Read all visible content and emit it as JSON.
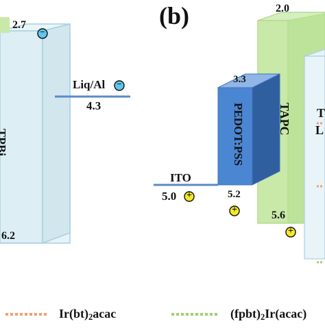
{
  "panel_label": "(b)",
  "levels": {
    "tpbi_lumo": "2.7",
    "tpbi_homo": "6.2",
    "cathode_work": "4.3",
    "pedot_lumo": "3.3",
    "pedot_homo": "5.2",
    "tapc_lumo": "2.0",
    "tapc_homo": "5.6",
    "ito_work": "5.0"
  },
  "layers": {
    "tpbi": "TPBi",
    "cathode": "Liq/Al",
    "ito": "ITO",
    "pedot": "PEDOT:PSS",
    "tapc": "TAPC",
    "emitter_partial_1": "T",
    "emitter_partial_2": "L"
  },
  "carriers": {
    "electron": "−",
    "hole": "+"
  },
  "legend": {
    "item1": {
      "main": "Ir(bt)",
      "sub": "2",
      "rest": "acac"
    },
    "item2": {
      "main": "(fpbt)",
      "sub": "2",
      "rest": "Ir(acac)"
    }
  },
  "colors": {
    "tpbi": "#ddeef4",
    "green_layer": "#c8e9a8",
    "pedot_front": "#4a86d2",
    "pedot_top": "#8fb6e6",
    "pedot_side": "#2f5f9e",
    "electrode_line": "#5b8ac8",
    "electron_badge": "#5fc7ec",
    "hole_badge": "#f3ea28",
    "orange_dash": "#f0a070",
    "green_dash": "#9fd06a"
  }
}
